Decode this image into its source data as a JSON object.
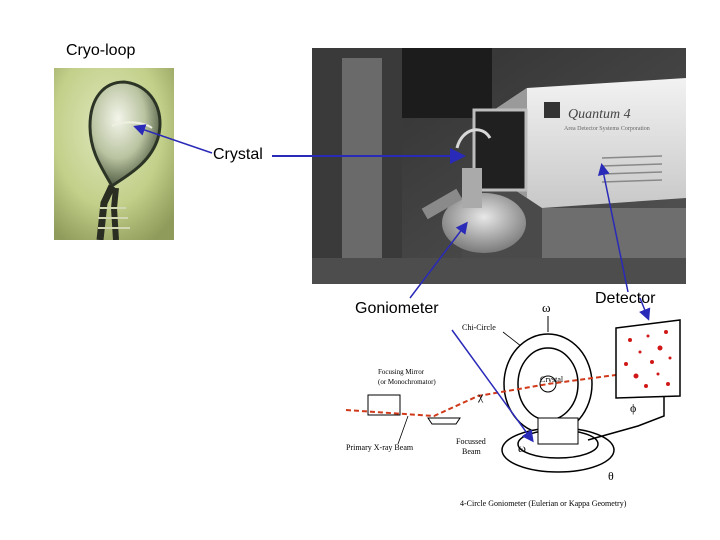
{
  "labels": {
    "cryo_loop": "Cryo-loop",
    "crystal": "Crystal",
    "goniometer": "Goniometer",
    "detector": "Detector"
  },
  "photo": {
    "brand_text": "Quantum 4",
    "brand_sub": "Area Detector Systems Corporation"
  },
  "schematic": {
    "omega_top": "ω",
    "chi_circle": "Chi-Circle",
    "focusing_mirror_1": "Focusing Mirror",
    "focusing_mirror_2": "(or Monochromator)",
    "crystal": "Crystal",
    "chi": "χ",
    "phi": "ϕ",
    "omega_bottom": "ω",
    "theta": "θ",
    "primary_beam": "Primary X-ray Beam",
    "focussed_beam_1": "Focussed",
    "focussed_beam_2": "Beam",
    "caption": "4-Circle Goniometer (Eulerian or Kappa Geometry)"
  },
  "colors": {
    "arrow": "#2a2ab8",
    "beam": "#d03a1a",
    "spot": "#d01818"
  }
}
